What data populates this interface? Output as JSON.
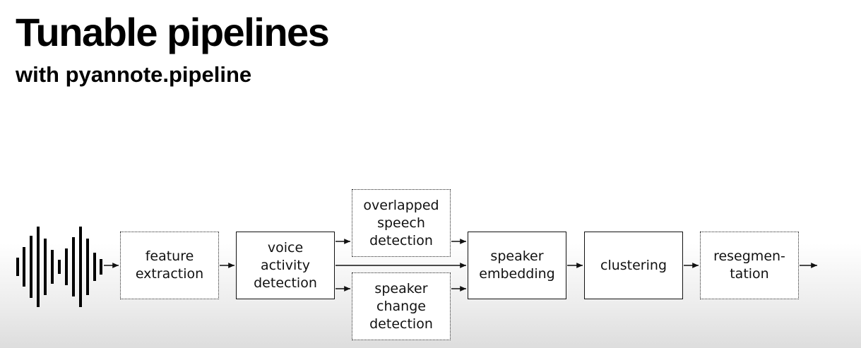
{
  "header": {
    "title": "Tunable pipelines",
    "subtitle": "with pyannote.pipeline"
  },
  "diagram": {
    "nodes": {
      "feature_extraction": "feature\nextraction",
      "voice_activity_detection": "voice\nactivity\ndetection",
      "overlapped_speech_detection": "overlapped\nspeech\ndetection",
      "speaker_change_detection": "speaker\nchange\ndetection",
      "speaker_embedding": "speaker\nembedding",
      "clustering": "clustering",
      "resegmentation": "resegmen-\ntation"
    },
    "waveform_icon": "waveform-icon",
    "optional_style": "dotted",
    "required_style": "solid"
  }
}
